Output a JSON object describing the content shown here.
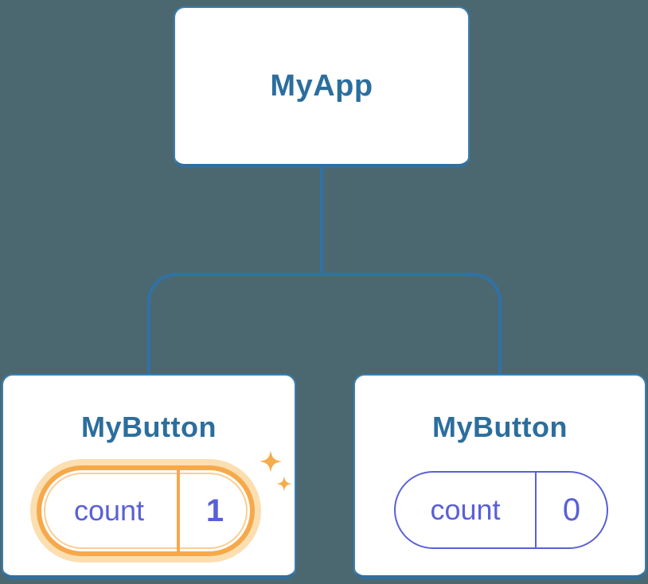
{
  "colors": {
    "background": "#4B6871",
    "node-border": "#3A80B0",
    "node-border-bottom": "#326F9D",
    "node-text": "#2B6E9E",
    "state-indigo": "#5A60D4",
    "highlight-orange": "#F6A94B",
    "highlight-glow": "#FBDFB1",
    "highlight-glow-inner": "#F9CE97",
    "sparkle-orange": "#F6AC4B",
    "connector": "#2F72A6",
    "card-bg": "#FFFFFF"
  },
  "tree": {
    "root": {
      "label": "MyApp"
    },
    "children": [
      {
        "label": "MyButton",
        "state": {
          "key": "count",
          "value": "1"
        },
        "highlighted": true
      },
      {
        "label": "MyButton",
        "state": {
          "key": "count",
          "value": "0"
        },
        "highlighted": false
      }
    ]
  }
}
